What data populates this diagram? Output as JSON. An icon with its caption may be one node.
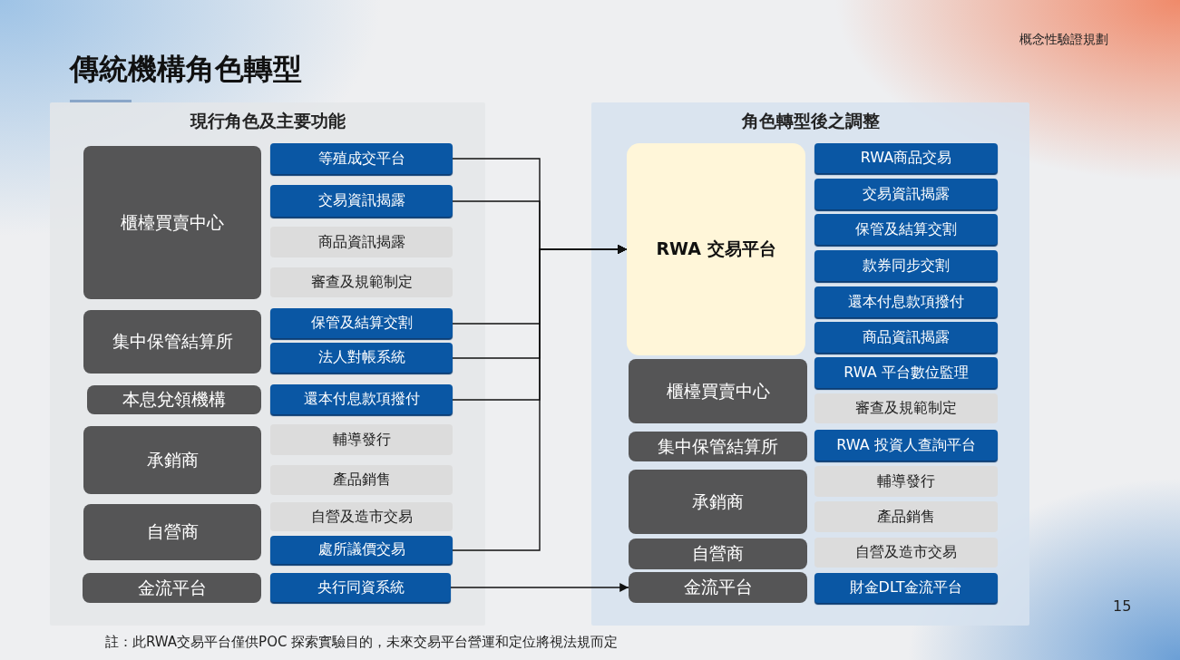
{
  "diagram": {
    "title": "傳統機構角色轉型",
    "caption": "註：此RWA交易平台僅供POC 探索實驗目的，未來交易平台營運和定位將視法規而定",
    "nodes": [
      {
        "text": [
          "現行角色及主要功能"
        ]
      },
      {
        "text": [
          "櫃檯買賣中心"
        ],
        "in": 0
      },
      {
        "text": [
          "等殖成交平台"
        ],
        "in": 0
      },
      {
        "text": [
          "交易資訊揭露"
        ],
        "in": 0
      },
      {
        "text": [
          "商品資訊揭露"
        ],
        "in": 0
      },
      {
        "text": [
          "審查及規範制定"
        ],
        "in": 0
      },
      {
        "text": [
          "集中保管結算所"
        ],
        "in": 0
      },
      {
        "text": [
          "保管及結算交割"
        ],
        "in": 0
      },
      {
        "text": [
          "法人對帳系統"
        ],
        "in": 0
      },
      {
        "text": [
          "本息兌領機構"
        ],
        "in": 0
      },
      {
        "text": [
          "還本付息款項撥付"
        ],
        "in": 0
      },
      {
        "text": [
          "承銷商"
        ],
        "in": 0
      },
      {
        "text": [
          "輔導發行"
        ],
        "in": 0
      },
      {
        "text": [
          "產品銷售"
        ],
        "in": 0
      },
      {
        "text": [
          "自營商"
        ],
        "in": 0
      },
      {
        "text": [
          "自營及造市交易"
        ],
        "in": 0
      },
      {
        "text": [
          "處所議價交易"
        ],
        "in": 0
      },
      {
        "text": [
          "金流平台"
        ],
        "in": 0
      },
      {
        "text": [
          "央行同資系統"
        ],
        "in": 0
      },
      {
        "text": [
          "角色轉型後之調整"
        ]
      },
      {
        "text": [
          "RWA 交易平台"
        ],
        "in": 19
      },
      {
        "text": [
          "RWA商品交易"
        ],
        "in": 19
      },
      {
        "text": [
          "交易資訊揭露"
        ],
        "in": 19
      },
      {
        "text": [
          "保管及結算交割"
        ],
        "in": 19
      },
      {
        "text": [
          "款券同步交割"
        ],
        "in": 19
      },
      {
        "text": [
          "還本付息款項撥付"
        ],
        "in": 19
      },
      {
        "text": [
          "商品資訊揭露"
        ],
        "in": 19
      },
      {
        "text": [
          "櫃檯買賣中心"
        ],
        "in": 19
      },
      {
        "text": [
          "RWA 平台數位監理"
        ],
        "in": 19
      },
      {
        "text": [
          "審查及規範制定"
        ],
        "in": 19
      },
      {
        "text": [
          "集中保管結算所"
        ],
        "in": 19
      },
      {
        "text": [
          "RWA 投資人查詢平台"
        ],
        "in": 19
      },
      {
        "text": [
          "承銷商"
        ],
        "in": 19
      },
      {
        "text": [
          "輔導發行"
        ],
        "in": 19
      },
      {
        "text": [
          "產品銷售"
        ],
        "in": 19
      },
      {
        "text": [
          "自營商"
        ],
        "in": 19
      },
      {
        "text": [
          "自營及造市交易"
        ],
        "in": 19
      },
      {
        "text": [
          "金流平台"
        ],
        "in": 19
      },
      {
        "text": [
          "財金DLT金流平台"
        ],
        "in": 19
      }
    ],
    "edges": [
      {
        "from": 2,
        "to": 20,
        "arrow": "to"
      },
      {
        "from": 3,
        "to": 20,
        "arrow": "to"
      },
      {
        "from": 7,
        "to": 20,
        "arrow": "to"
      },
      {
        "from": 8,
        "to": 20,
        "arrow": "to"
      },
      {
        "from": 10,
        "to": 20,
        "arrow": "to"
      },
      {
        "from": 16,
        "to": 20,
        "arrow": "to"
      },
      {
        "from": 18,
        "to": 37,
        "arrow": "to"
      }
    ],
    "labels": [
      "概念性驗證規劃",
      "15"
    ]
  }
}
